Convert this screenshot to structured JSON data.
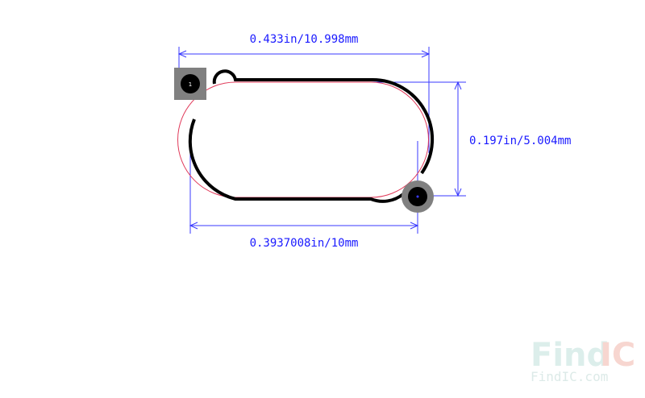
{
  "dimensions": {
    "top_width": "0.433in/10.998mm",
    "right_height": "0.197in/5.004mm",
    "bottom_pitch": "0.3937008in/10mm"
  },
  "pads": {
    "pad1_label": "1"
  },
  "watermark": {
    "brand_part1": "Find",
    "brand_part2": "IC",
    "url": "FindIC.com"
  },
  "colors": {
    "dimension": "#3a3aff",
    "silkscreen": "#000000",
    "outline": "#e03a5a",
    "pad": "#808080",
    "watermark_light": "#d7ece8",
    "watermark_accent": "#f6d0c8"
  }
}
